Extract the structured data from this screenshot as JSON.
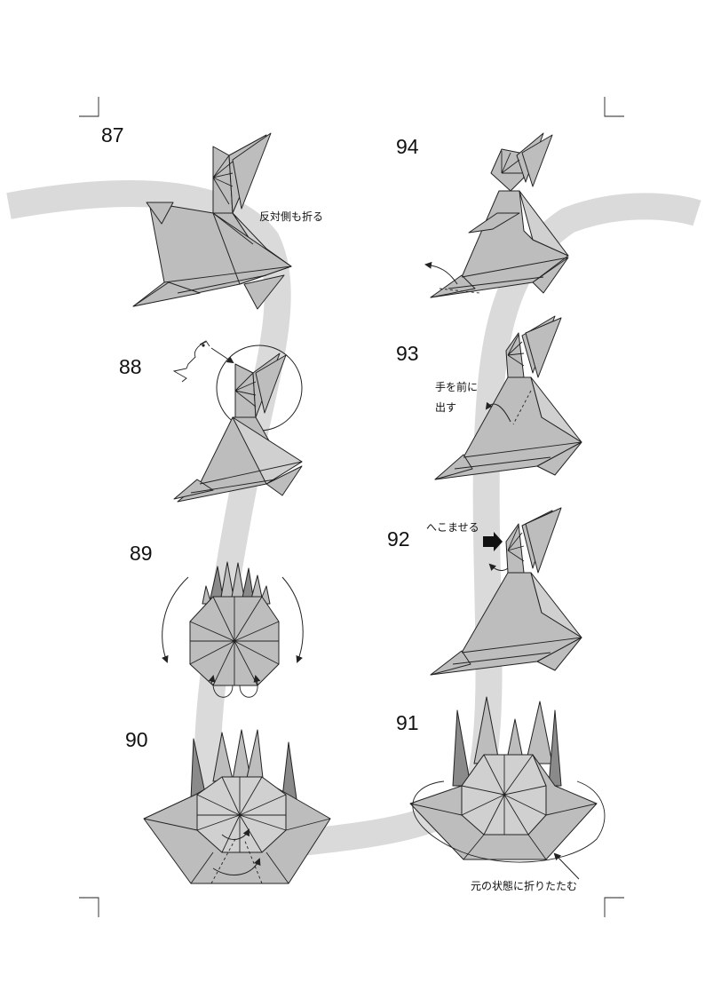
{
  "steps": [
    {
      "number": "87",
      "note": "反対側も折る"
    },
    {
      "number": "88",
      "note": ""
    },
    {
      "number": "89",
      "note": ""
    },
    {
      "number": "90",
      "note": ""
    },
    {
      "number": "91",
      "note": "元の状態に折りたたむ"
    },
    {
      "number": "92",
      "note": "へこませる"
    },
    {
      "number": "93",
      "note_line1": "手を前に",
      "note_line2": "出す"
    },
    {
      "number": "94",
      "note": ""
    }
  ]
}
